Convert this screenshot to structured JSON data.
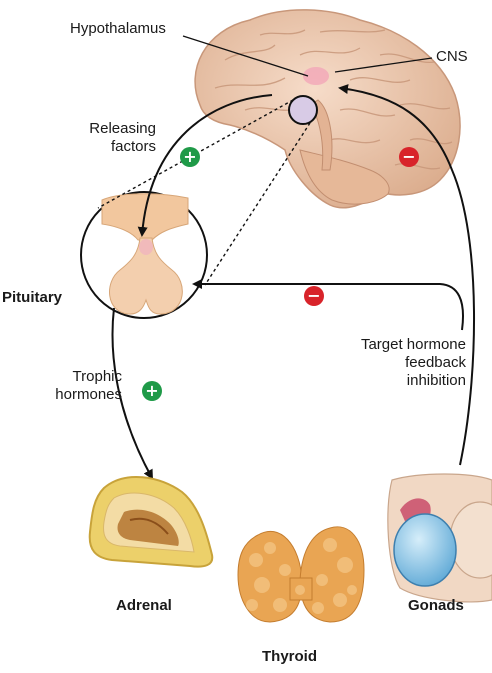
{
  "labels": {
    "hypothalamus": "Hypothalamus",
    "cns": "CNS",
    "releasing_factors_line1": "Releasing",
    "releasing_factors_line2": "factors",
    "pituitary": "Pituitary",
    "trophic_line1": "Trophic",
    "trophic_line2": "hormones",
    "target_line1": "Target hormone",
    "target_line2": "feedback",
    "target_line3": "inhibition",
    "adrenal": "Adrenal",
    "thyroid": "Thyroid",
    "gonads": "Gonads"
  },
  "signs": {
    "releasing_sign": "+",
    "cns_sign": "−",
    "pituitary_sign": "−",
    "trophic_sign": "+"
  },
  "colors": {
    "positive": "#1f9a48",
    "negative": "#d8232a",
    "brain": "#e9c3a6",
    "pituitary": "#f0c79c",
    "adrenal": "#e8c85b",
    "thyroid": "#e8a24f",
    "testis": "#9fd0ea"
  }
}
